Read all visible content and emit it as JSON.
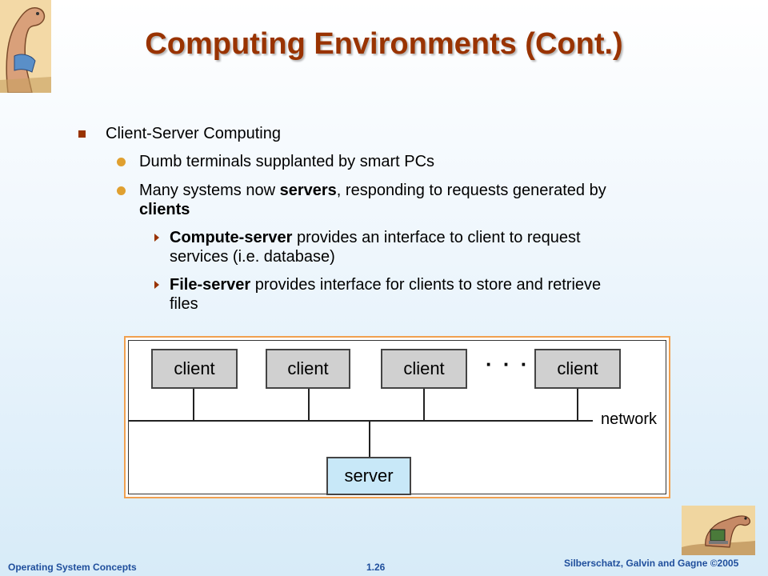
{
  "slide": {
    "title": "Computing Environments (Cont.)",
    "bullets": {
      "l1": "Client-Server Computing",
      "l2a": "Dumb terminals supplanted by smart PCs",
      "l2b_pre": "Many systems now ",
      "l2b_bold1": "servers",
      "l2b_mid": ", responding to requests generated by",
      "l2b_bold2": "clients",
      "l3a_bold": "Compute-server",
      "l3a_rest": " provides an interface to client to request",
      "l3a_line2": "services (i.e. database)",
      "l3b_bold": "File-server",
      "l3b_rest": " provides interface for clients to store and retrieve",
      "l3b_line2": "files"
    },
    "diagram": {
      "clients": [
        "client",
        "client",
        "client",
        "client"
      ],
      "ellipsis": "· · ·",
      "network_label": "network",
      "server_label": "server"
    },
    "footer": {
      "left": "Operating System Concepts",
      "center": "1.26",
      "right": "Silberschatz, Galvin and Gagne ©2005"
    }
  },
  "colors": {
    "title": "#993300",
    "footer": "#1f4e9c",
    "diagram_border": "#f0a050"
  },
  "icons": {
    "top_left": "dinosaur-reading-illustration",
    "bottom_right": "dinosaur-computer-illustration"
  }
}
